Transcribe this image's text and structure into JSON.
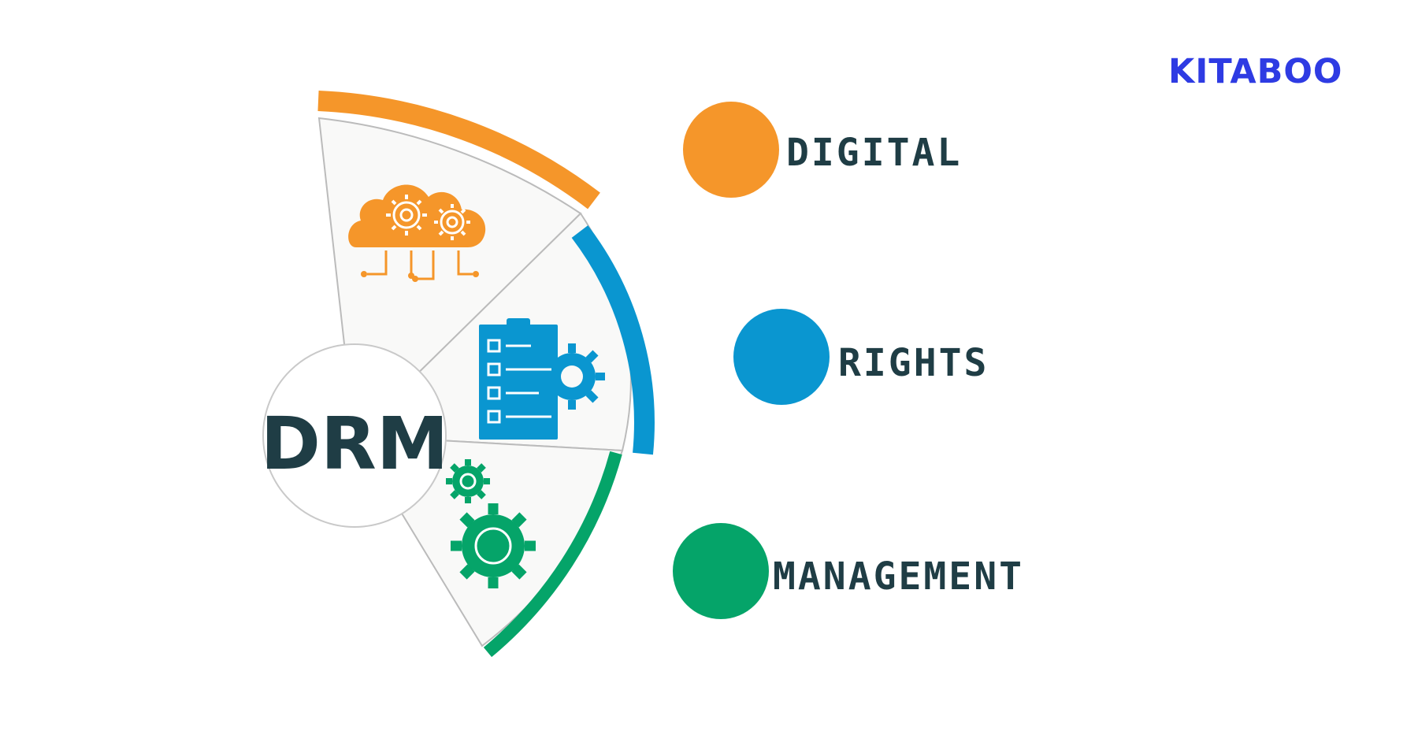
{
  "brand": {
    "name": "KITABOO",
    "color": "#2E3BE3"
  },
  "center": {
    "label": "DRM",
    "text_color": "#1F3D45"
  },
  "terms": [
    {
      "label": "DIGITAL",
      "color": "#F5962A",
      "icon": "cloud-gears-icon"
    },
    {
      "label": "RIGHTS",
      "color": "#0A96D0",
      "icon": "clipboard-gear-icon"
    },
    {
      "label": "MANAGEMENT",
      "color": "#05A469",
      "icon": "gears-icon"
    }
  ],
  "colors": {
    "text_dark": "#1F3D45",
    "segment_fill": "#F9F9F8",
    "segment_stroke": "#BBBBBB"
  }
}
